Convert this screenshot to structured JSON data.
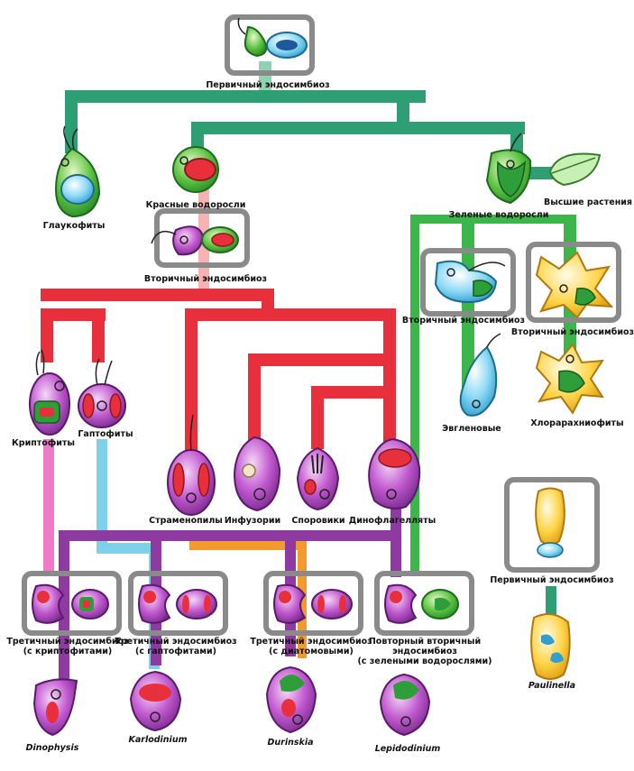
{
  "labels": {
    "primary_top": "Первичный эндосимбиоз",
    "glaucophytes": "Глаукофиты",
    "red_algae": "Красные водоросли",
    "green_algae": "Зеленые водоросли",
    "higher_plants": "Высшие растения",
    "secondary_red": "Вторичный эндосимбиоз",
    "secondary_euglena": "Вторичный эндосимбиоз",
    "secondary_chlorarach": "Вторичный эндосимбиоз",
    "euglenoids": "Эвгленовые",
    "chlorarachniophytes": "Хлорарахниофиты",
    "cryptophytes": "Криптофиты",
    "haptophytes": "Гаптофиты",
    "stramenopiles": "Страменопилы",
    "ciliates": "Инфузории",
    "sporozoa": "Споровики",
    "dinoflagellates": "Динофлагелляты",
    "primary_paulinella": "Первичный эндосимбиоз",
    "paulinella": "Paulinella",
    "tertiary_crypto_1": "Третичный эндосимбиоз",
    "tertiary_crypto_2": "(с криптофитами)",
    "tertiary_hapto_1": "Третичный эндосимбиоз",
    "tertiary_hapto_2": "(с гаптофитами)",
    "tertiary_diatom_1": "Третичный эндосимбиоз",
    "tertiary_diatom_2": "(с диатомовыми)",
    "repeat_green_1": "Повторный вторичный",
    "repeat_green_2": "эндосимбиоз",
    "repeat_green_3": "(с зелеными водорослями)",
    "dinophysis": "Dinophysis",
    "karlodinium": "Karlodinium",
    "durinskia": "Durinskia",
    "lepidodinium": "Lepidodinium"
  },
  "colors": {
    "green_lineage": "#2e9e74",
    "green_algae_lineage": "#3cb54a",
    "red_lineage": "#e8303c",
    "purple_lineage": "#8e3aa0",
    "pink_lineage": "#ee7ac8",
    "cyan_lineage": "#7fd1ea",
    "orange_lineage": "#f29a2e",
    "box_border": "#8a8a8a"
  }
}
